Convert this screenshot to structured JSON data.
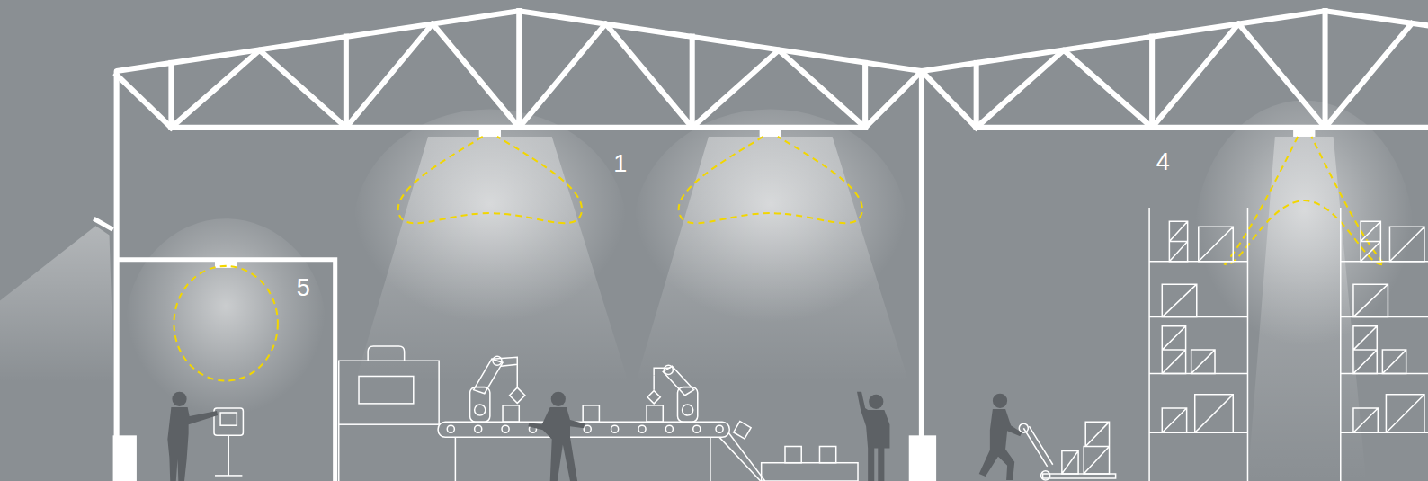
{
  "diagram": {
    "labels": [
      "1",
      "4",
      "5"
    ]
  }
}
